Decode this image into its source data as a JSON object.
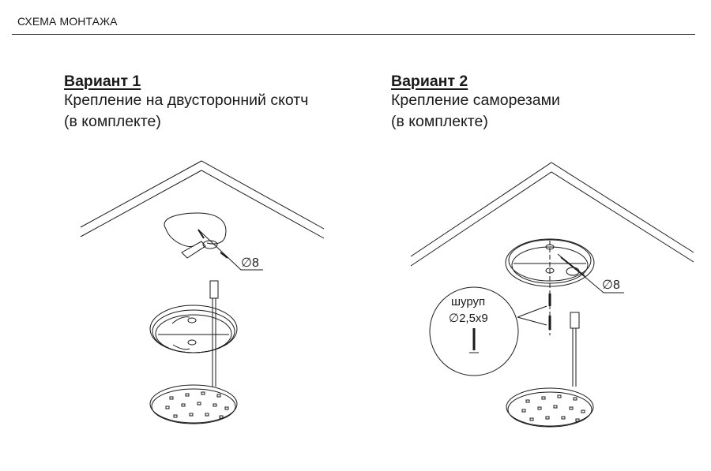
{
  "header": {
    "title": "СХЕМА МОНТАЖА"
  },
  "variants": [
    {
      "title": "Вариант 1",
      "line1": "Крепление на двусторонний скотч",
      "line2": "(в комплекте)",
      "dimension": "∅8"
    },
    {
      "title": "Вариант 2",
      "line1": "Крепление саморезами",
      "line2": "(в комплекте)",
      "dimension": "∅8",
      "screw": {
        "label": "шуруп",
        "size": "∅2,5x9"
      }
    }
  ]
}
